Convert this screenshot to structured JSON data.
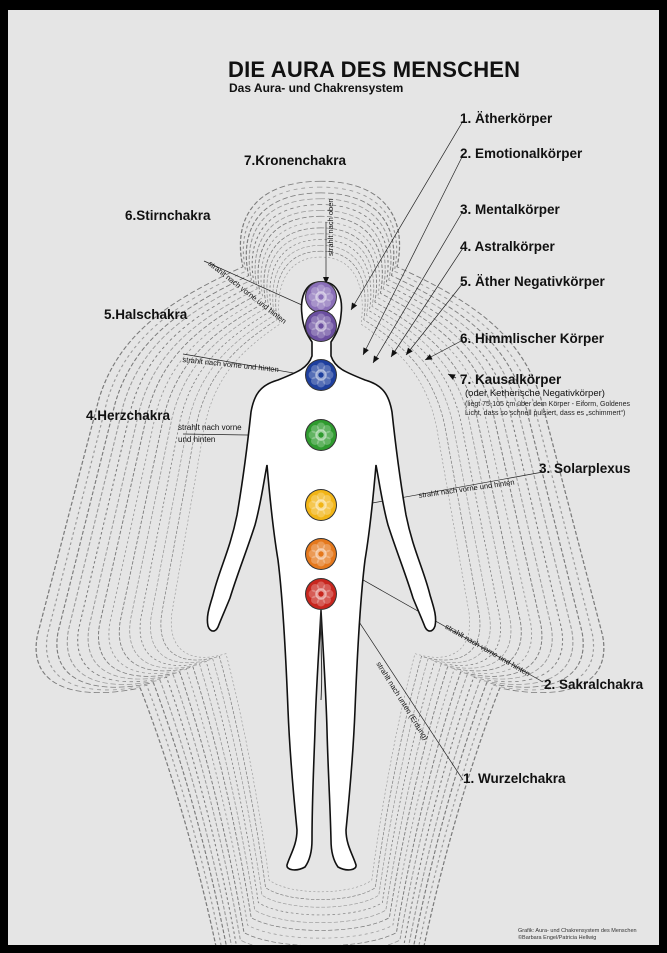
{
  "title": "DIE AURA DES MENSCHEN",
  "subtitle": "Das Aura- und Chakrensystem",
  "bodies": [
    {
      "label": "1. Ätherkörper"
    },
    {
      "label": "2. Emotionalkörper"
    },
    {
      "label": "3. Mentalkörper"
    },
    {
      "label": "4. Astralkörper"
    },
    {
      "label": "5. Äther Negativkörper"
    },
    {
      "label": "6. Himmlischer Körper"
    },
    {
      "label": "7. Kausalkörper",
      "note": "(oder Ketherische Negativkörper)",
      "detail1": "(liegt 75-105 cm über dem Körper - Eiform, Goldenes",
      "detail2": "Licht, dass so schnell pulsiert, dass es „schimmert“)"
    }
  ],
  "chakras": [
    {
      "label": "7.Kronenchakra",
      "flow": "strahlt nach oben",
      "color": "#8a6fb8"
    },
    {
      "label": "6.Stirnchakra",
      "flow": "strahlt nach vorne und hinten",
      "color": "#6b4fa0"
    },
    {
      "label": "5.Halschakra",
      "flow": "strahlt nach vorne und hinten",
      "color": "#1e3f9e"
    },
    {
      "label": "4.Herzchakra",
      "flow1": "strahlt nach vorne",
      "flow2": "und hinten",
      "color": "#2e9b2e"
    },
    {
      "label": "3. Solarplexus",
      "flow": "strahlt nach vorne und hinten",
      "color": "#f2b516"
    },
    {
      "label": "2. Sakralchakra",
      "flow": "strahlt nach vorne und hinten",
      "color": "#e5781c"
    },
    {
      "label": "1. Wurzelchakra",
      "flow": "strahlt nach unten (Erdung)",
      "color": "#c8261e"
    }
  ],
  "credit": {
    "line1": "Grafik: Aura- und Chakrensystem des Menschen",
    "line2": "©Barbara Engel/Patricia Hellwig"
  }
}
